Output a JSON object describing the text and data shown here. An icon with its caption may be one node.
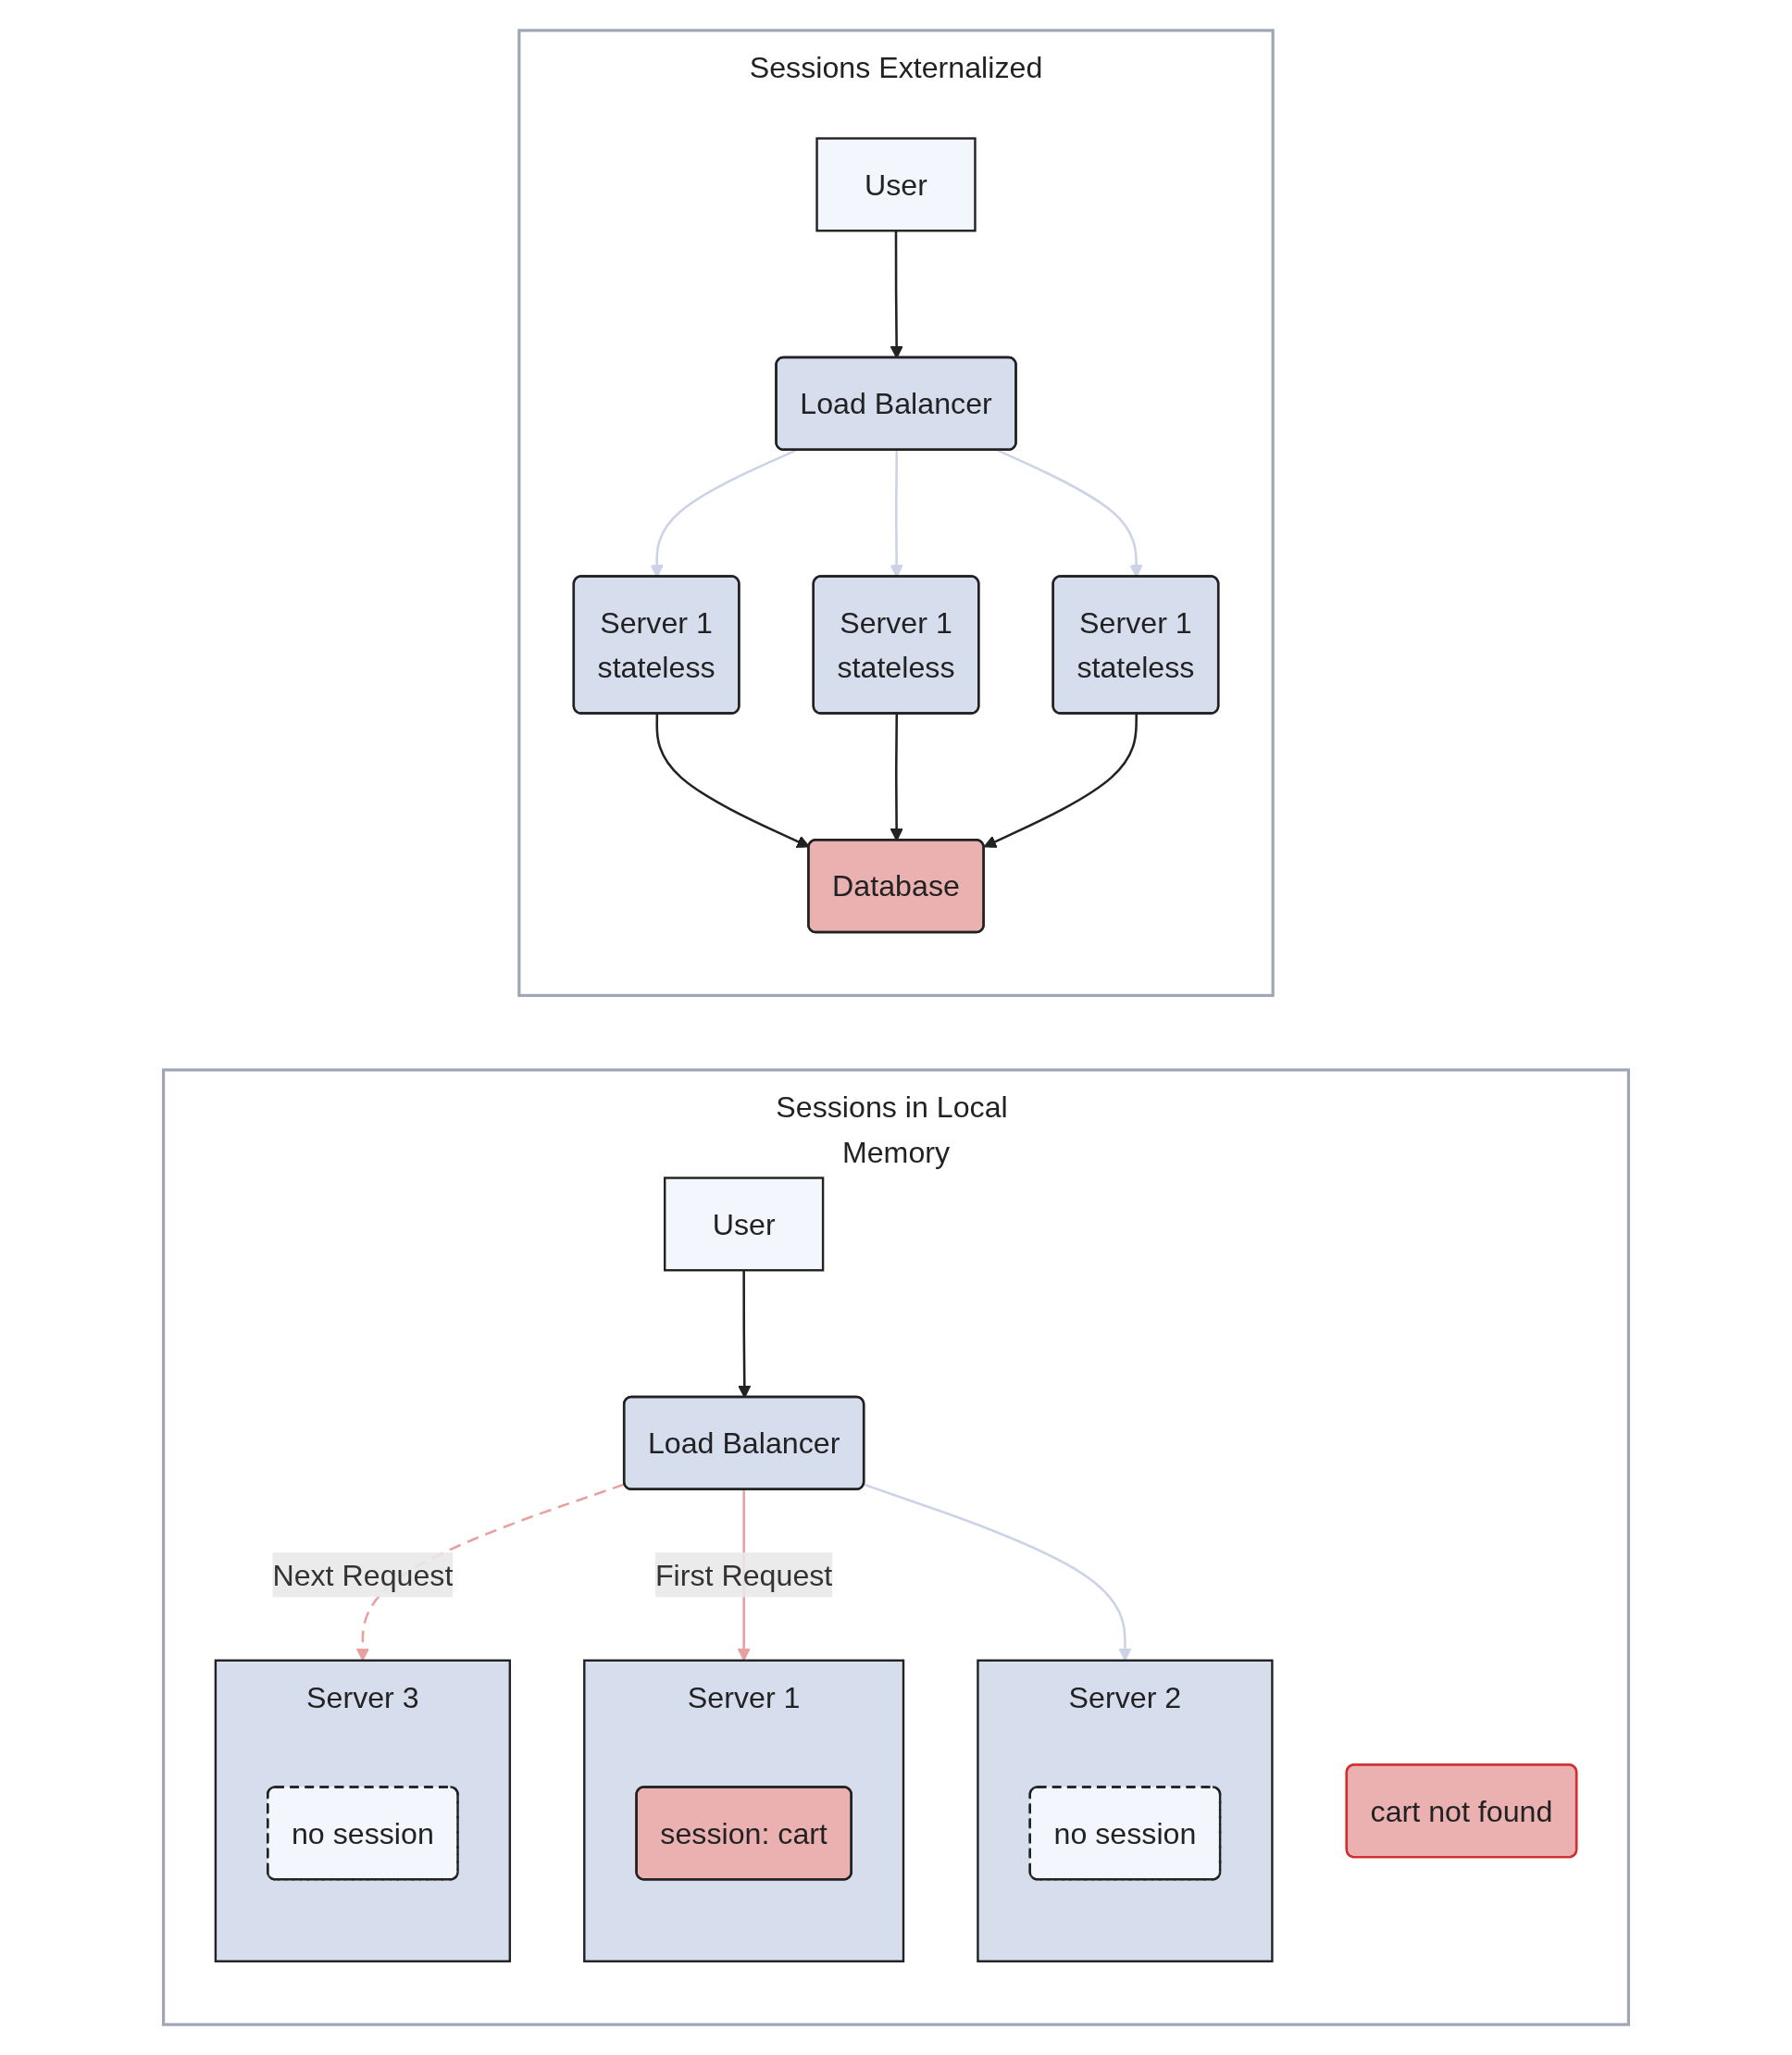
{
  "diagram": {
    "nodes": [
      {
        "text": [
          "Sessions in Local Memory"
        ]
      },
      {
        "text": [
          "User"
        ],
        "in": 0
      },
      {
        "text": [
          "Load Balancer"
        ],
        "in": 0
      },
      {
        "text": [
          "Server 1"
        ],
        "in": 0
      },
      {
        "text": [
          "session: cart"
        ],
        "in": 3
      },
      {
        "text": [
          "Server 2"
        ],
        "in": 0
      },
      {
        "text": [
          "no session"
        ],
        "in": 5
      },
      {
        "text": [
          "Server 3"
        ],
        "in": 0
      },
      {
        "text": [
          "no session"
        ],
        "in": 7
      },
      {
        "text": [
          "cart not found"
        ],
        "in": 0
      },
      {
        "text": [
          "Sessions Externalized"
        ]
      },
      {
        "text": [
          "User"
        ],
        "in": 10
      },
      {
        "text": [
          "Load Balancer"
        ],
        "in": 10
      },
      {
        "text": [
          "Server 1",
          "stateless"
        ],
        "in": 10
      },
      {
        "text": [
          "Server 1",
          "stateless"
        ],
        "in": 10
      },
      {
        "text": [
          "Server 1",
          "stateless"
        ],
        "in": 10
      },
      {
        "text": [
          "Database"
        ],
        "in": 10
      }
    ],
    "edges": [
      {
        "from": 1,
        "to": 2,
        "arrow": "to"
      },
      {
        "from": 2,
        "to": 3,
        "arrow": "to",
        "label": "First Request",
        "color": "#e8a0a0"
      },
      {
        "from": 2,
        "to": 5,
        "arrow": "to",
        "color": "#ccd3e6"
      },
      {
        "from": 2,
        "to": 7,
        "arrow": "to",
        "label": "Next Request",
        "style": "dashed",
        "color": "#e8a0a0"
      },
      {
        "from": 11,
        "to": 12,
        "arrow": "to"
      },
      {
        "from": 12,
        "to": 13,
        "arrow": "to",
        "color": "#ccd3e6"
      },
      {
        "from": 12,
        "to": 14,
        "arrow": "to",
        "color": "#ccd3e6"
      },
      {
        "from": 12,
        "to": 15,
        "arrow": "to",
        "color": "#ccd3e6"
      },
      {
        "from": 13,
        "to": 16,
        "arrow": "to"
      },
      {
        "from": 14,
        "to": 16,
        "arrow": "to"
      },
      {
        "from": 15,
        "to": 16,
        "arrow": "to"
      }
    ]
  }
}
